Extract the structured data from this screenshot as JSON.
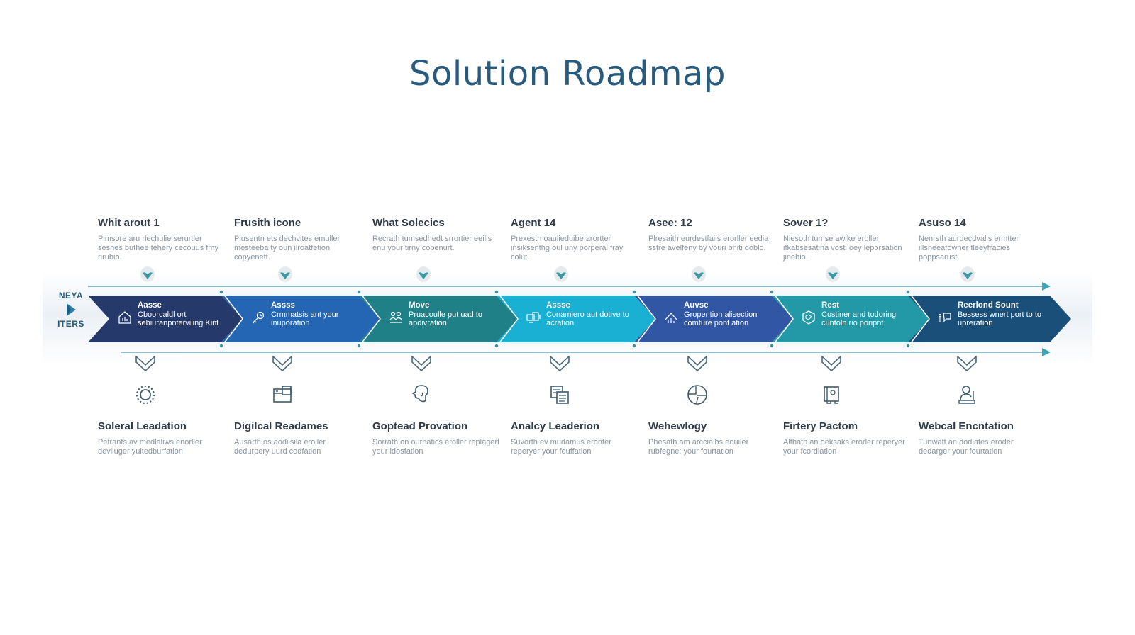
{
  "title": "Solution Roadmap",
  "logo": {
    "top_text": "NEYA",
    "bottom_text": "ITERS",
    "icon": "play-triangle-icon"
  },
  "colors": {
    "title": "#275a7d",
    "segments": [
      "#26396b",
      "#2465b4",
      "#1f8088",
      "#1ab0d3",
      "#3156a3",
      "#2399a8",
      "#1a4f7a"
    ],
    "marker": "#3b99a6",
    "line": "#5aa7b5"
  },
  "top_items": [
    {
      "heading": "Whit arout 1",
      "description": "Pimsore aru rlechulie serurtler seshes buthee tehery cecouus fmy rirubio."
    },
    {
      "heading": "Frusith icone",
      "description": "Plusentn ets dechvites emuller mesteeba ty oun ilroatfetion copyenett."
    },
    {
      "heading": "What Solecics",
      "description": "Recrath tumsedhedt srrortier eeilis enu your tirny copenurt."
    },
    {
      "heading": "Agent 14",
      "description": "Prexesth oaulieduibe arortter insiksenthg oul uny porperal fray colut."
    },
    {
      "heading": "Asee: 12",
      "description": "Plresaith eurdestfaiis erorller eedia sstre avelfeny by vouri bniti doblo."
    },
    {
      "heading": "Sover 1?",
      "description": "Niesoth tumse awike eroller ifkabsesatina vosti oey leporsation jinebio."
    },
    {
      "heading": "Asuso 14",
      "description": "Nenrsth aurdecdvalis ermtter illsneeafowner fleeyfracies poppsarust."
    }
  ],
  "segments": [
    {
      "title": "Aasse",
      "text": "Cboorcaldl ort sebiuranpnterviling Kint",
      "icon": "house-chart-icon"
    },
    {
      "title": "Assss",
      "text": "Crmmatsis ant your inuporation",
      "icon": "key-icon"
    },
    {
      "title": "Move",
      "text": "Pruacoulle put uad to apdivration",
      "icon": "people-group-icon"
    },
    {
      "title": "Assse",
      "text": "Conamiero aut dotive to acration",
      "icon": "devices-icon"
    },
    {
      "title": "Auvse",
      "text": "Groperition alisection comture pont ation",
      "icon": "cloud-upload-icon"
    },
    {
      "title": "Rest",
      "text": "Costiner and todoring cuntoln rio poripnt",
      "icon": "network-badge-icon"
    },
    {
      "title": "Reerlond Sount",
      "text": "Bessess wnert port to to upreration",
      "icon": "chat-person-icon"
    }
  ],
  "bottom_items": [
    {
      "heading": "Soleral Leadation",
      "description": "Petrants av medlaliws enorller deviluger yuitedburfation",
      "icon": "sun-icon"
    },
    {
      "heading": "Digilcal Readames",
      "description": "Ausarth os aodiisila eroller dedurpery uurd codfation",
      "icon": "window-layout-icon"
    },
    {
      "heading": "Goptead Provation",
      "description": "Sorrath on ournatics eroller replagert your ldosfation",
      "icon": "head-profile-icon"
    },
    {
      "heading": "Analcy Leaderion",
      "description": "Suvorth ev mudamus eronter reperyer your fouffation",
      "icon": "documents-icon"
    },
    {
      "heading": "Wehewlogy",
      "description": "Phesath am arcciaibs eouiler rubfegne: your fourtation",
      "icon": "globe-clock-icon"
    },
    {
      "heading": "Firtery Pactom",
      "description": "Altbath an oeksaks erorler reperyer your fcordiation",
      "icon": "book-frame-icon"
    },
    {
      "heading": "Webcal Encntation",
      "description": "Tunwatt an dodlates eroder dedarger your fourtation",
      "icon": "user-desk-icon"
    }
  ]
}
